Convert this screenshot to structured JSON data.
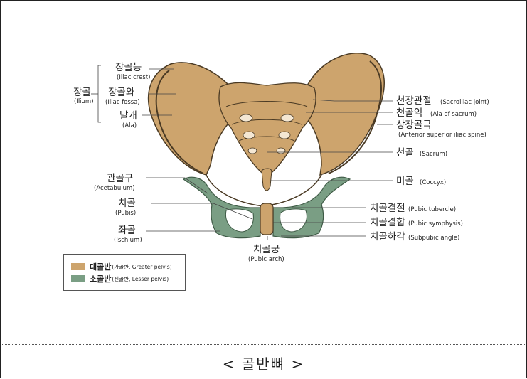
{
  "caption": "< 골반뼈 >",
  "colors": {
    "greater_pelvis": "#cda46d",
    "lesser_pelvis": "#7a9e84",
    "outline": "#4a3a24"
  },
  "labels": {
    "ilium_group": {
      "ko": "장골",
      "en": "(Ilium)"
    },
    "iliac_crest": {
      "ko": "장골능",
      "en": "(Iliac crest)"
    },
    "iliac_fossa": {
      "ko": "장골와",
      "en": "(Iliac fossa)"
    },
    "ala": {
      "ko": "날개",
      "en": "(Ala)"
    },
    "acetabulum": {
      "ko": "관골구",
      "en": "(Acetabulum)"
    },
    "pubis": {
      "ko": "치골",
      "en": "(Pubis)"
    },
    "ischium": {
      "ko": "좌골",
      "en": "(Ischium)"
    },
    "pubic_arch": {
      "ko": "치골궁",
      "en": "(Pubic arch)"
    },
    "sacroiliac_joint": {
      "ko": "천장관절",
      "en": "(Sacroiliac joint)"
    },
    "ala_of_sacrum": {
      "ko": "천골익",
      "en": "(Ala of sacrum)"
    },
    "asis": {
      "ko": "상장골극",
      "en": "(Anterior superior iliac spine)"
    },
    "sacrum": {
      "ko": "천골",
      "en": "(Sacrum)"
    },
    "coccyx": {
      "ko": "미골",
      "en": "(Coccyx)"
    },
    "pubic_tubercle": {
      "ko": "치골결절",
      "en": "(Pubic tubercle)"
    },
    "pubic_symphysis": {
      "ko": "치골결합",
      "en": "(Pubic symphysis)"
    },
    "subpubic_angle": {
      "ko": "치골하각",
      "en": "(Subpubic angle)"
    }
  },
  "legend": [
    {
      "main": "대골반",
      "sub": "(가골반, Greater pelvis)"
    },
    {
      "main": "소골반",
      "sub": "(진골반, Lesser pelvis)"
    }
  ]
}
